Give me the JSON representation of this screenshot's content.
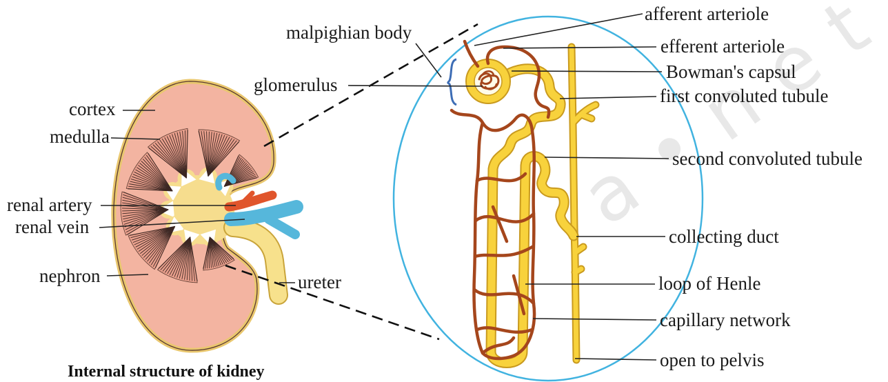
{
  "title": "Internal structure of kidney",
  "kidney_labels": {
    "cortex": "cortex",
    "medulla": "medulla",
    "renal_artery": "renal artery",
    "renal_vein": "renal vein",
    "nephron": "nephron",
    "ureter": "ureter"
  },
  "nephron_labels": {
    "malpighian_body": "malpighian body",
    "glomerulus": "glomerulus",
    "afferent_arteriole": "afferent arteriole",
    "efferent_arteriole": "efferent arteriole",
    "bowmans_capsule": "Bowman's capsul",
    "first_convoluted_tubule": "first convoluted tubule",
    "second_convoluted_tubule": "second convoluted tubule",
    "collecting_duct": "collecting duct",
    "loop_of_henle": "loop of Henle",
    "capillary_network": "capillary network",
    "open_to_pelvis": "open to pelvis"
  },
  "watermark": "a•net",
  "colors": {
    "cortex": "#f3b4a1",
    "pyramid": "#e9a08d",
    "pelvis": "#f6dd8e",
    "artery": "#e0552c",
    "vein": "#56b7db",
    "tubule": "#f8d23c",
    "capillary": "#a5461c",
    "lens_outline": "#41b3e0",
    "brace": "#3d6db5"
  }
}
